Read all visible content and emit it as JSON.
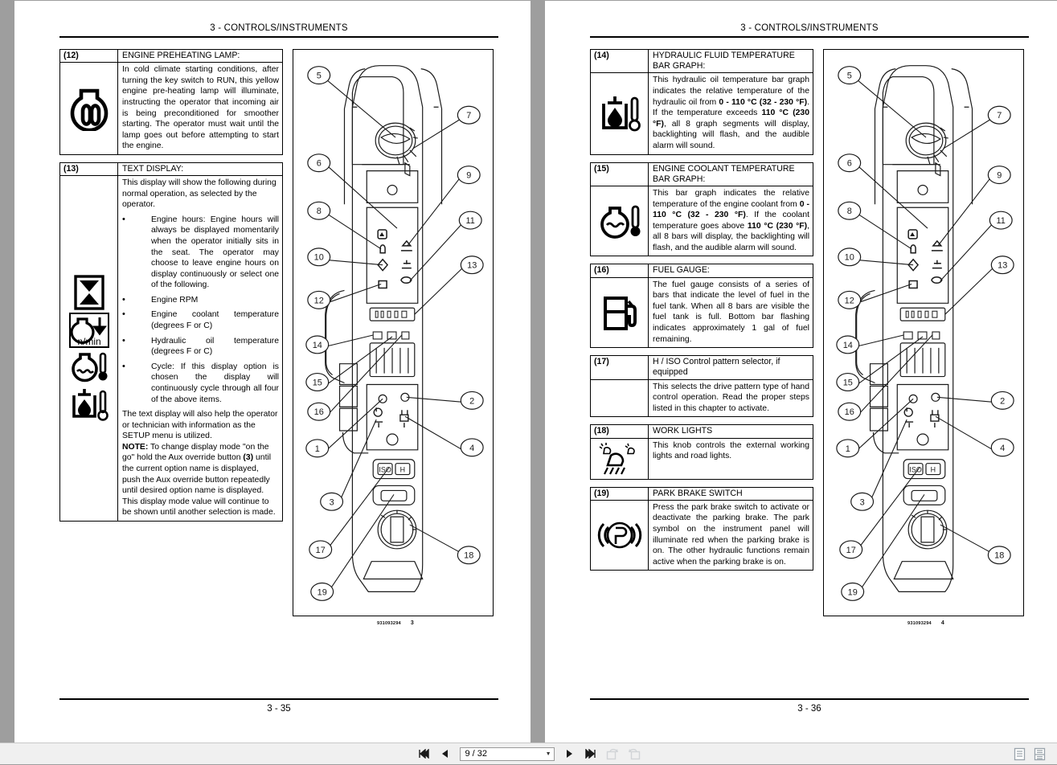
{
  "viewer": {
    "toolbar": {
      "first_page_label": "first-page",
      "prev_page_label": "previous-page",
      "next_page_label": "next-page",
      "last_page_label": "last-page",
      "page_value": "9 / 32",
      "rotate_ccw_label": "rotate-counter-clockwise",
      "rotate_cw_label": "rotate-clockwise",
      "single_page_label": "single-page-view",
      "continuous_page_label": "continuous-page-view"
    }
  },
  "left_page": {
    "header": "3 - CONTROLS/INSTRUMENTS",
    "footer": "3 - 35",
    "figure": {
      "part_number": "931093294",
      "number": "3"
    },
    "items": [
      {
        "num": "(12)",
        "title": "ENGINE PREHEATING LAMP:",
        "icon": "preheat-lamp-icon",
        "text": "In cold climate starting conditions, after turning the key switch to RUN, this yellow engine pre-heating lamp will illuminate, instructing the operator that incoming air is being preconditioned for smoother starting. The operator must wait until the lamp goes out before attempting to start the engine."
      },
      {
        "num": "(13)",
        "title": "TEXT DISPLAY:",
        "icon": "text-display-icons",
        "intro": "This display will show the following during normal operation, as selected by the operator.",
        "bullets": [
          "Engine hours:  Engine hours will always be displayed momentarily when the operator initially sits in the seat. The operator may choose to leave engine hours on display continuously or select one of the following.",
          "Engine RPM",
          "Engine coolant temperature (degrees F or C)",
          "Hydraulic oil temperature (degrees F or C)",
          "Cycle:  If this display option is chosen the display will continuously cycle through all four of the above items."
        ],
        "after": "The text display will also help the operator or technician with information as the SETUP menu is utilized.",
        "note_label": "NOTE:",
        "note_a": " To change display mode \"on the go\" hold the Aux override button ",
        "note_bold": "(3)",
        "note_b": " until the current option name is displayed, push the Aux override button repeatedly until desired option name is displayed.  This display mode value will continue to be shown until another selection is made."
      }
    ]
  },
  "right_page": {
    "header": "3 - CONTROLS/INSTRUMENTS",
    "footer": "3 - 36",
    "figure": {
      "part_number": "931093294",
      "number": "4"
    },
    "items": [
      {
        "num": "(14)",
        "title": "HYDRAULIC FLUID TEMPERATURE BAR GRAPH:",
        "icon": "hydraulic-oil-temp-icon",
        "segments": [
          {
            "t": "This hydraulic oil temperature bar graph indicates the relative temperature of the hydraulic oil from ",
            "b": false
          },
          {
            "t": "0 - 110 °C (32 - 230 °F)",
            "b": true
          },
          {
            "t": ". If the temperature exceeds ",
            "b": false
          },
          {
            "t": "110 °C (230 °F)",
            "b": true
          },
          {
            "t": ", all 8 graph segments will display, backlighting will flash, and the audible alarm will sound.",
            "b": false
          }
        ]
      },
      {
        "num": "(15)",
        "title": "ENGINE COOLANT TEMPERATURE BAR GRAPH:",
        "icon": "coolant-temp-icon",
        "segments": [
          {
            "t": "This bar graph indicates the relative temperature of the engine coolant from ",
            "b": false
          },
          {
            "t": "0 - 110 °C (32 - 230 °F)",
            "b": true
          },
          {
            "t": ". If the coolant temperature goes above ",
            "b": false
          },
          {
            "t": "110 °C (230 °F)",
            "b": true
          },
          {
            "t": ", all 8 bars will display, the backlighting will flash, and the audible alarm will sound.",
            "b": false
          }
        ]
      },
      {
        "num": "(16)",
        "title": "FUEL GAUGE:",
        "icon": "fuel-pump-icon",
        "text": "The fuel gauge consists of a series of bars that indicate the level of fuel in the fuel tank.  When all 8 bars are visible the fuel tank is full.  Bottom bar flashing indicates approximately 1 gal of fuel remaining."
      },
      {
        "num": "(17)",
        "title": "H / ISO Control pattern selector, if equipped",
        "icon": "none",
        "text": "This selects the drive pattern type of hand control operation.  Read the proper steps listed in this chapter to activate."
      },
      {
        "num": "(18)",
        "title": "WORK LIGHTS",
        "icon": "work-lights-icon",
        "text": "This knob controls the external working lights and road lights."
      },
      {
        "num": "(19)",
        "title": "PARK BRAKE SWITCH",
        "icon": "park-brake-icon",
        "text": "Press the park brake switch to activate or deactivate the parking brake.  The park symbol on the instrument panel will illuminate red when the parking brake is on. The other hydraulic functions remain active when the parking brake is on."
      }
    ]
  },
  "figure_callouts": [
    "5",
    "6",
    "7",
    "8",
    "9",
    "10",
    "11",
    "12",
    "13",
    "14",
    "15",
    "16",
    "1",
    "2",
    "3",
    "4",
    "17",
    "18",
    "19"
  ]
}
